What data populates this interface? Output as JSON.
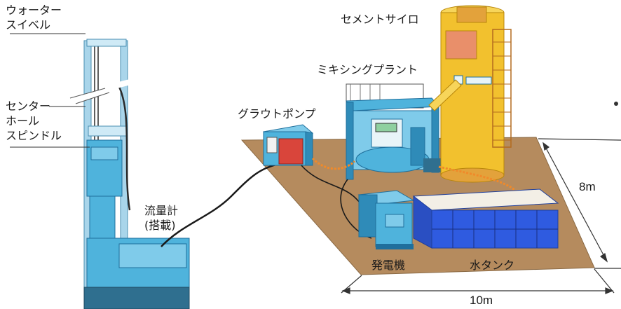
{
  "labels": {
    "water_swivel": [
      "ウォーター",
      "スイベル"
    ],
    "center_hole_spindle": [
      "センター",
      "ホール",
      "スピンドル"
    ],
    "flow_meter": [
      "流量計",
      "(搭載)"
    ],
    "grout_pump": "グラウトポンプ",
    "mixing_plant": "ミキシングプラント",
    "cement_silo": "セメントサイロ",
    "generator": "発電機",
    "water_tank": "水タンク"
  },
  "dimensions": {
    "depth": "8m",
    "width": "10m"
  },
  "colors": {
    "machine_blue": "#4fb3dc",
    "machine_blue_dark": "#1f6f9c",
    "ground": "#b58b5e",
    "silo_yellow": "#f2c12e",
    "silo_orange": "#e3a23b",
    "hose": "#222222",
    "hose_orange": "#f08a2a",
    "pump_red": "#d9453b"
  }
}
